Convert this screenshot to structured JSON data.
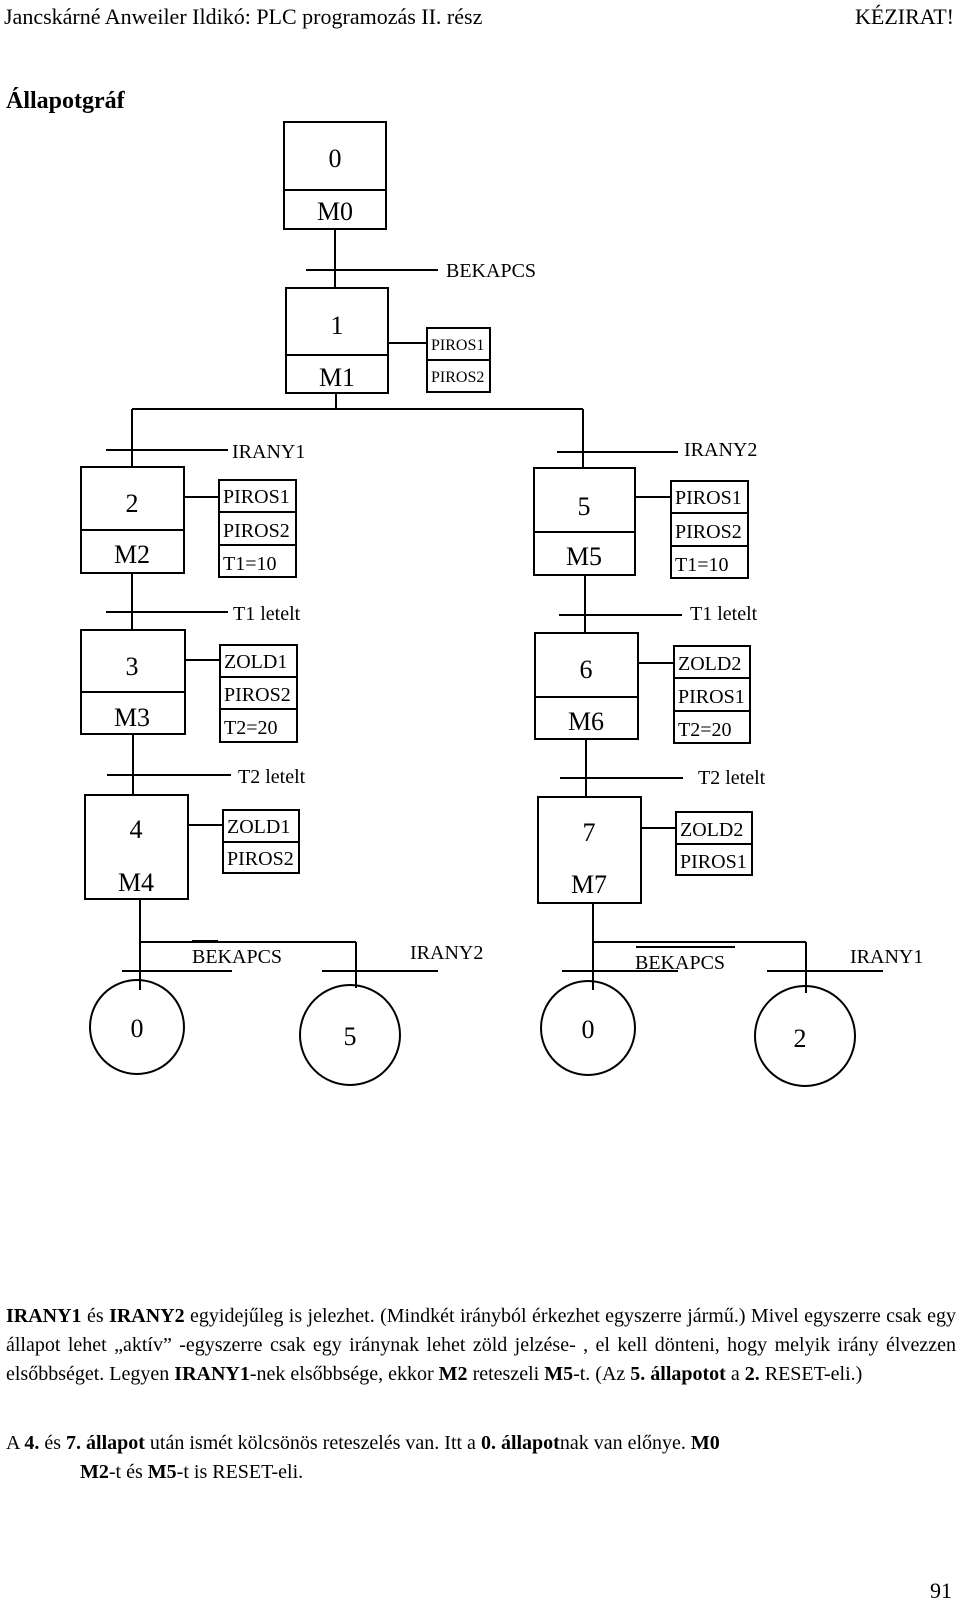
{
  "header": {
    "left": "Jancskárné Anweiler Ildikó: PLC programozás II. rész",
    "right": "KÉZIRAT!"
  },
  "title": "Állapotgráf",
  "states": {
    "s0": {
      "num": "0",
      "m": "M0"
    },
    "s1": {
      "num": "1",
      "m": "M1",
      "actions": [
        "PIROS1",
        "PIROS2"
      ]
    },
    "s2": {
      "num": "2",
      "m": "M2",
      "actions": [
        "PIROS1",
        "PIROS2",
        "T1=10"
      ]
    },
    "s3": {
      "num": "3",
      "m": "M3",
      "actions": [
        "ZOLD1",
        "PIROS2",
        "T2=20"
      ]
    },
    "s4": {
      "num": "4",
      "m": "M4",
      "actions": [
        "ZOLD1",
        "PIROS2"
      ]
    },
    "s5": {
      "num": "5",
      "m": "M5",
      "actions": [
        "PIROS1",
        "PIROS2",
        "T1=10"
      ]
    },
    "s6": {
      "num": "6",
      "m": "M6",
      "actions": [
        "ZOLD2",
        "PIROS1",
        "T2=20"
      ]
    },
    "s7": {
      "num": "7",
      "m": "M7",
      "actions": [
        "ZOLD2",
        "PIROS1"
      ]
    }
  },
  "conditions": {
    "bekapcs": "BEKAPCS",
    "irany1": "IRANY1",
    "irany2": "IRANY2",
    "t1_letelt": "T1 letelt",
    "t2_letelt": "T2 letelt"
  },
  "jump_targets": [
    "0",
    "5",
    "0",
    "2"
  ],
  "paragraph1": {
    "p1_b1": "IRANY1",
    "p1_t1": " és ",
    "p1_b2": "IRANY2",
    "p1_t2": " egyidejűleg is jelezhet. (Mindkét irányból érkezhet egyszerre jármű.) Mivel egyszerre csak egy állapot lehet „aktív” -egyszerre csak egy iránynak lehet zöld jelzése- , el kell dönteni, hogy melyik irány élvezzen elsőbbséget. Legyen ",
    "p1_b3": "IRANY1",
    "p1_t3": "-nek elsőbbsége, ekkor ",
    "p1_b4": "M2",
    "p1_t4": " reteszeli ",
    "p1_b5": "M5",
    "p1_t5": "-t. (Az ",
    "p1_b6": "5. állapotot",
    "p1_t6": " a ",
    "p1_b7": "2.",
    "p1_t7": " RESET-eli.)"
  },
  "paragraph2": {
    "p2_t1": "A ",
    "p2_b1": "4.",
    "p2_t2": " és ",
    "p2_b2": "7. állapot",
    "p2_t3": " után ismét kölcsönös reteszelés van. Itt a ",
    "p2_b3": "0. állapot",
    "p2_t4": "nak van előnye. ",
    "p2_b4": "M0",
    "p2_b5": "M2",
    "p2_t5": "-t és ",
    "p2_b6": "M5",
    "p2_t6": "-t is RESET-eli."
  },
  "page_number": "91"
}
